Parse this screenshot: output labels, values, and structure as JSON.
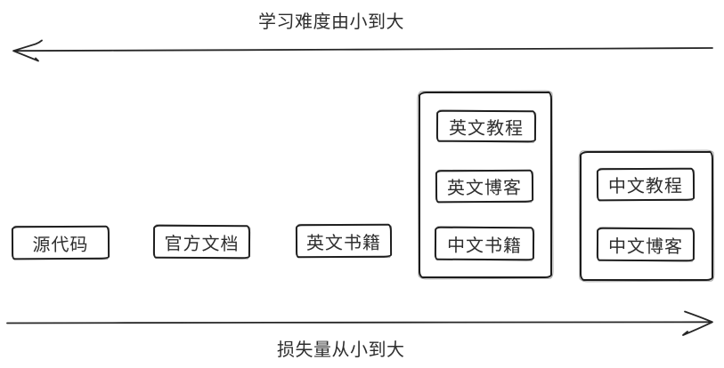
{
  "diagram": {
    "top_axis_label": "学习难度由小到大",
    "bottom_axis_label": "损失量从小到大",
    "standalone_boxes": {
      "source_code": "源代码",
      "official_docs": "官方文档",
      "english_books": "英文书籍"
    },
    "group_left": {
      "items": [
        "英文教程",
        "英文博客",
        "中文书籍"
      ]
    },
    "group_right": {
      "items": [
        "中文教程",
        "中文博客"
      ]
    },
    "colors": {
      "stroke": "#1f1f1f",
      "text": "#2e2e2e",
      "background": "#ffffff"
    }
  }
}
